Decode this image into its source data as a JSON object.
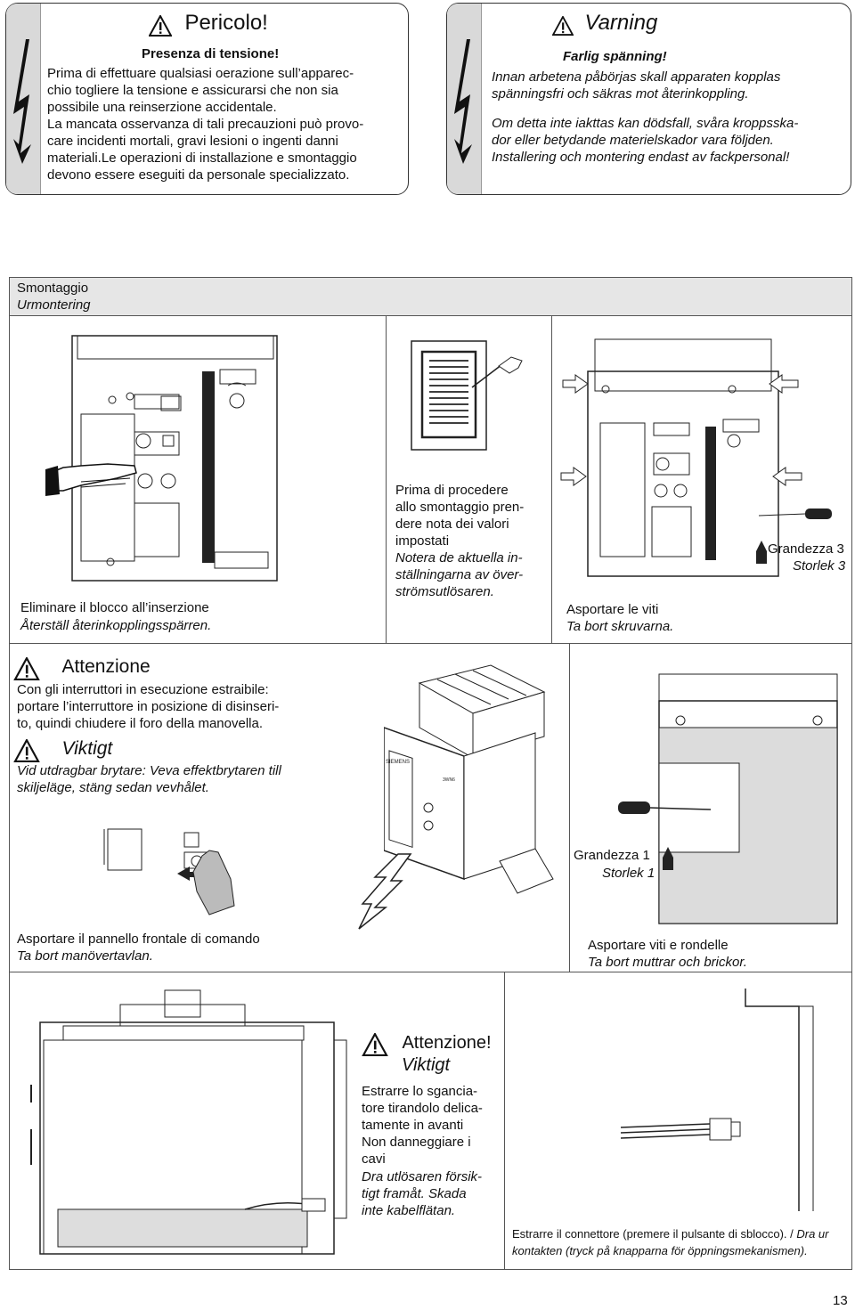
{
  "warning_it": {
    "title": "Pericolo!",
    "subtitle": "Presenza di tensione!",
    "lines": [
      "Prima di effettuare qualsiasi oerazione sull’apparec-",
      "chio togliere la tensione e assicurarsi  che non sia",
      "possibile una reinserzione accidentale.",
      "La mancata osservanza di tali precauzioni può provo-",
      "care incidenti mortali, gravi lesioni o ingenti danni",
      "materiali.Le operazioni di installazione e smontaggio",
      "devono essere eseguiti da personale specializzato."
    ]
  },
  "warning_sv": {
    "title": "Varning",
    "subtitle": "Farlig spänning!",
    "lines": [
      "Innan arbetena påbörjas skall apparaten kopplas",
      "spänningsfri och säkras mot återinkoppling.",
      "",
      "Om detta inte iakttas kan dödsfall, svåra kroppsska-",
      "dor eller betydande materielskador vara följden.",
      "Installering och montering endast av fackpersonal!"
    ]
  },
  "section": {
    "title_it": "Smontaggio",
    "title_sv": "Urmontering"
  },
  "step1": {
    "it": "Eliminare il blocco all’inserzione",
    "sv": "Återställ återinkopplingsspärren."
  },
  "step2": {
    "lines_it": [
      "Prima di procedere",
      "allo smontaggio pren-",
      "dere nota dei valori",
      "impostati"
    ],
    "lines_sv": [
      "Notera de aktuella in-",
      "ställningarna av över-",
      "strömsutlösaren."
    ]
  },
  "step3": {
    "it": "Asportare le viti",
    "sv": "Ta bort skruvarna.",
    "size_it": "Grandezza 3",
    "size_sv": "Storlek 3"
  },
  "attention": {
    "title_it": "Attenzione",
    "lines_it": [
      "Con gli interruttori in esecuzione estraibile:",
      "portare l’interruttore in posizione di disinseri-",
      "to, quindi chiudere il foro della manovella."
    ],
    "title_sv": "Viktigt",
    "lines_sv": [
      "Vid utdragbar brytare: Veva effektbrytaren till",
      "skiljeläge, stäng sedan vevhålet."
    ]
  },
  "device_label": {
    "brand": "SIEMENS",
    "model": "3WN6"
  },
  "step4": {
    "it": "Asportare il pannello frontale di comando",
    "sv": "Ta bort manövertavlan."
  },
  "step5": {
    "it": "Asportare viti e rondelle",
    "sv": "Ta bort muttrar och brickor.",
    "size_it": "Grandezza 1",
    "size_sv": "Storlek 1"
  },
  "attention2": {
    "title_it": "Attenzione!",
    "title_sv": "Viktigt",
    "lines_it": [
      "Estrarre lo sgancia-",
      "tore tirandolo delica-",
      "tamente in avanti",
      "Non danneggiare i",
      "cavi"
    ],
    "lines_sv": [
      "Dra utlösaren försik-",
      "tigt framåt. Skada",
      "inte kabelflätan."
    ]
  },
  "step6": {
    "it": "Estrarre il connettore (premere il pulsante di sblocco). /",
    "sv": "Dra ur kontakten (tryck på knapparna för öppningsmekanismen)."
  },
  "page_number": "13",
  "colors": {
    "strip": "#d9d9d9",
    "panel": "#e6e6e6",
    "border": "#333333"
  }
}
